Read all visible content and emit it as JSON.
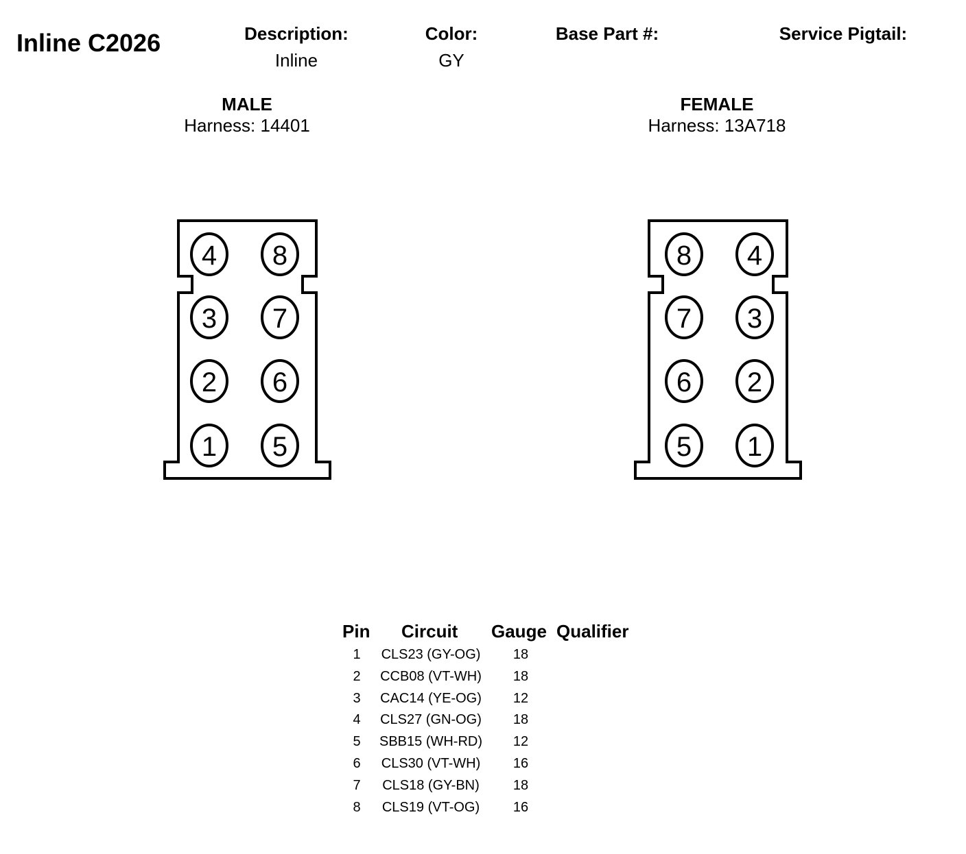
{
  "connector_title": "Inline C2026",
  "description": {
    "label": "Description:",
    "value": "Inline"
  },
  "color": {
    "label": "Color:",
    "value": "GY"
  },
  "base_part": {
    "label": "Base Part #:",
    "value": ""
  },
  "service_pigtail": {
    "label": "Service Pigtail:",
    "value": ""
  },
  "male": {
    "label": "MALE",
    "harness": "Harness: 14401",
    "pins_left_column": [
      "4",
      "3",
      "2",
      "1"
    ],
    "pins_right_column": [
      "8",
      "7",
      "6",
      "5"
    ]
  },
  "female": {
    "label": "FEMALE",
    "harness": "Harness: 13A718",
    "pins_left_column": [
      "8",
      "7",
      "6",
      "5"
    ],
    "pins_right_column": [
      "4",
      "3",
      "2",
      "1"
    ]
  },
  "pin_table": {
    "headers": {
      "pin": "Pin",
      "circuit": "Circuit",
      "gauge": "Gauge",
      "qualifier": "Qualifier"
    },
    "rows": [
      {
        "pin": "1",
        "circuit": "CLS23 (GY-OG)",
        "gauge": "18",
        "qualifier": ""
      },
      {
        "pin": "2",
        "circuit": "CCB08 (VT-WH)",
        "gauge": "18",
        "qualifier": ""
      },
      {
        "pin": "3",
        "circuit": "CAC14 (YE-OG)",
        "gauge": "12",
        "qualifier": ""
      },
      {
        "pin": "4",
        "circuit": "CLS27 (GN-OG)",
        "gauge": "18",
        "qualifier": ""
      },
      {
        "pin": "5",
        "circuit": "SBB15 (WH-RD)",
        "gauge": "12",
        "qualifier": ""
      },
      {
        "pin": "6",
        "circuit": "CLS30 (VT-WH)",
        "gauge": "16",
        "qualifier": ""
      },
      {
        "pin": "7",
        "circuit": "CLS18 (GY-BN)",
        "gauge": "18",
        "qualifier": ""
      },
      {
        "pin": "8",
        "circuit": "CLS19 (VT-OG)",
        "gauge": "16",
        "qualifier": ""
      }
    ]
  }
}
